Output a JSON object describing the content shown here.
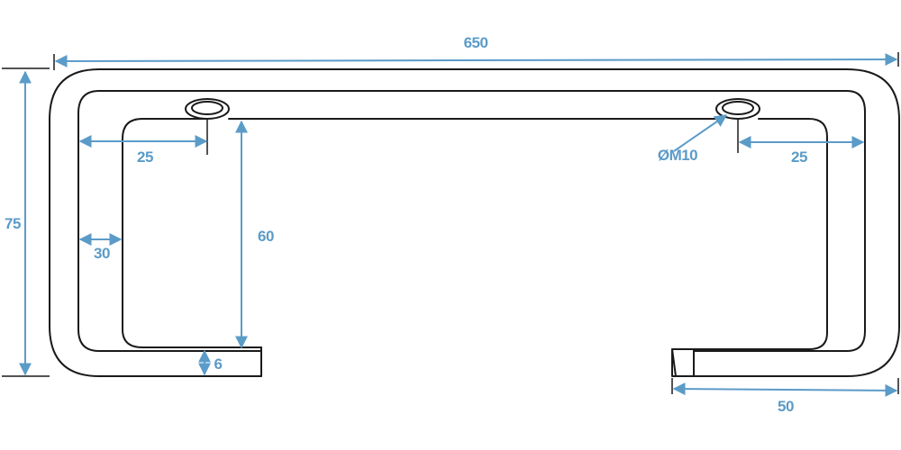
{
  "drawing": {
    "dimensions": {
      "overall_length": "650",
      "overall_height": "75",
      "inner_height": "60",
      "hole_offset_left": "25",
      "hole_offset_right": "25",
      "wall_thickness": "30",
      "end_thickness": "6",
      "right_flange_length": "50",
      "hole_callout": "ØM10"
    },
    "colors": {
      "dimension": "#5b9bc8",
      "outline": "#1a1a1a"
    }
  }
}
